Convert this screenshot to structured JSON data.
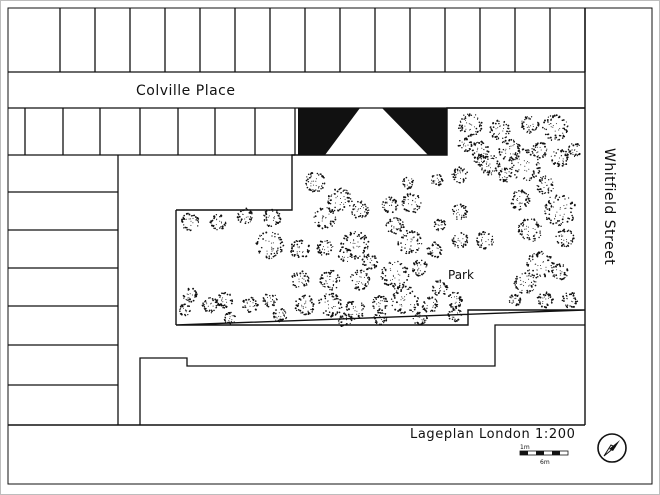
{
  "map": {
    "streets": {
      "top": "Colville Place",
      "right": "Whitfield Street"
    },
    "park_label": "Park",
    "plan_title": "Lageplan London 1:200",
    "scale_bar": {
      "label": "6m",
      "tick_label": "1m"
    },
    "compass_icon": "compass-icon",
    "colors": {
      "ink": "#111111",
      "paper": "#ffffff",
      "frame": "#bdbdbd"
    }
  }
}
